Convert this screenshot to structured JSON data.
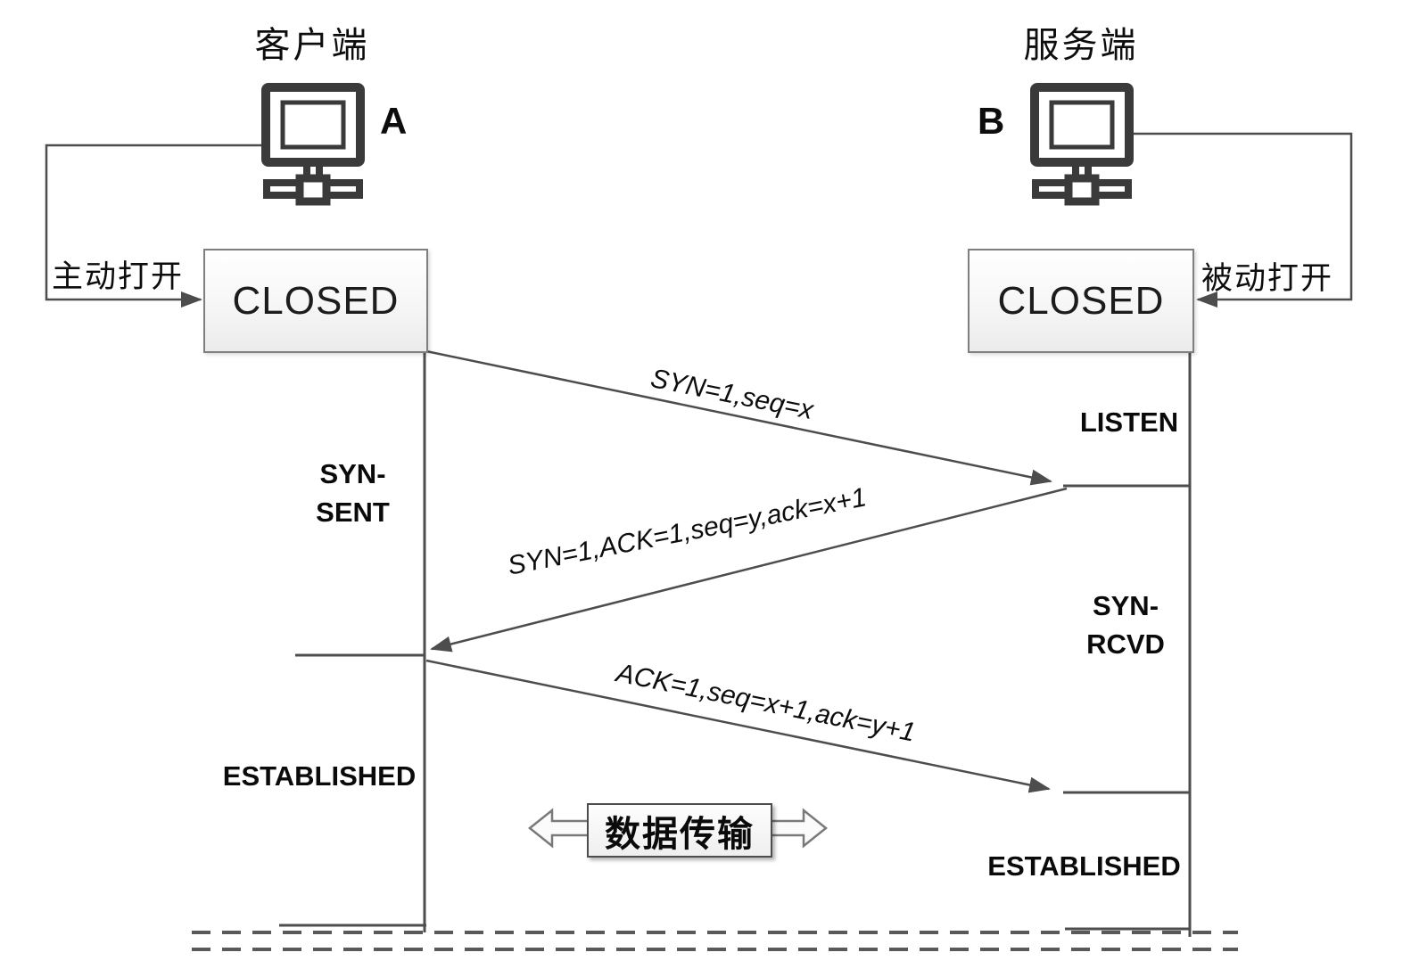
{
  "diagram": {
    "client": {
      "title": "客户端",
      "host_label": "A",
      "open_action": "主动打开",
      "initial_state": "CLOSED",
      "state_syn_sent_line1": "SYN-",
      "state_syn_sent_line2": "SENT",
      "state_established": "ESTABLISHED"
    },
    "server": {
      "title": "服务端",
      "host_label": "B",
      "open_action": "被动打开",
      "initial_state": "CLOSED",
      "state_listen": "LISTEN",
      "state_syn_rcvd_line1": "SYN-",
      "state_syn_rcvd_line2": "RCVD",
      "state_established": "ESTABLISHED"
    },
    "messages": [
      {
        "label": "SYN=1,seq=x",
        "from": "client",
        "to": "server"
      },
      {
        "label": "SYN=1,ACK=1,seq=y,ack=x+1",
        "from": "server",
        "to": "client"
      },
      {
        "label": "ACK=1,seq=x+1,ack=y+1",
        "from": "client",
        "to": "server"
      }
    ],
    "data_transfer_label": "数据传输",
    "colors": {
      "line": "#4d4d4d",
      "box_border": "#7f7f7f",
      "text": "#111111"
    }
  }
}
